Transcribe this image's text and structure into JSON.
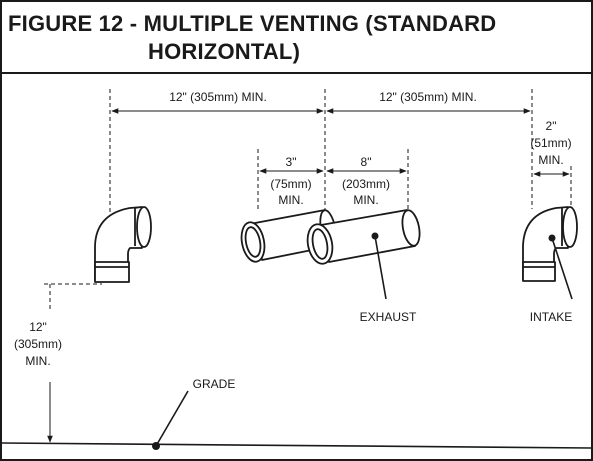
{
  "figure": {
    "title_line1": "FIGURE 12 - MULTIPLE VENTING (STANDARD",
    "title_line2": "HORIZONTAL)"
  },
  "dimensions": {
    "left_spacing": "12\" (305mm) MIN.",
    "right_spacing": "12\" (305mm) MIN.",
    "exhaust_gap": [
      "3\"",
      "(75mm)",
      "MIN."
    ],
    "exhaust_length": [
      "8\"",
      "(203mm)",
      "MIN."
    ],
    "intake_extension": [
      "2\"",
      "(51mm)",
      "MIN."
    ],
    "grade_clearance": [
      "12\"",
      "(305mm)",
      "MIN."
    ]
  },
  "labels": {
    "exhaust": "EXHAUST",
    "intake": "INTAKE",
    "grade": "GRADE"
  },
  "colors": {
    "line": "#1a1a1a",
    "background": "#ffffff"
  }
}
